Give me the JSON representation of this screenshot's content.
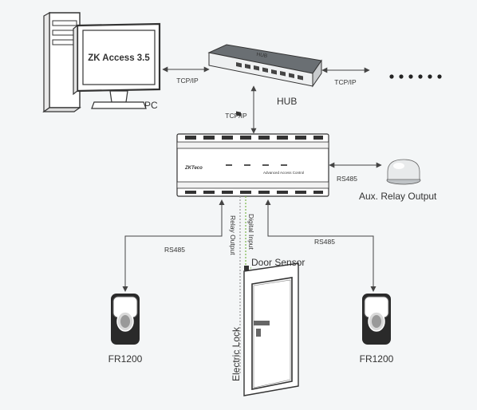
{
  "pc": {
    "screen_text": "ZK Access 3.5",
    "label": "PC"
  },
  "hub": {
    "face_text": "HUB",
    "label": "HUB"
  },
  "links": {
    "pc_hub": "TCP/IP",
    "hub_more": "TCP/IP",
    "hub_controller": "TCP/IP",
    "controller_relay": "RS485",
    "controller_reader_left": "RS485",
    "controller_reader_right": "RS485",
    "relay_output_vertical": "Relay Output",
    "digital_input_vertical": "Digital Input"
  },
  "controller": {
    "brand": "ZKTeco",
    "model_text": "Advanced Access Control"
  },
  "aux_relay": {
    "label": "Aux. Relay Output"
  },
  "door": {
    "sensor_label": "Door Sensor",
    "lock_label": "Electric Lock"
  },
  "readers": [
    {
      "label": "FR1200"
    },
    {
      "label": "FR1200"
    }
  ],
  "colors": {
    "line": "#444444",
    "digital_input_dash": "#7ab648",
    "relay_dash": "#9a9a9a",
    "background": "#f4f6f7"
  }
}
